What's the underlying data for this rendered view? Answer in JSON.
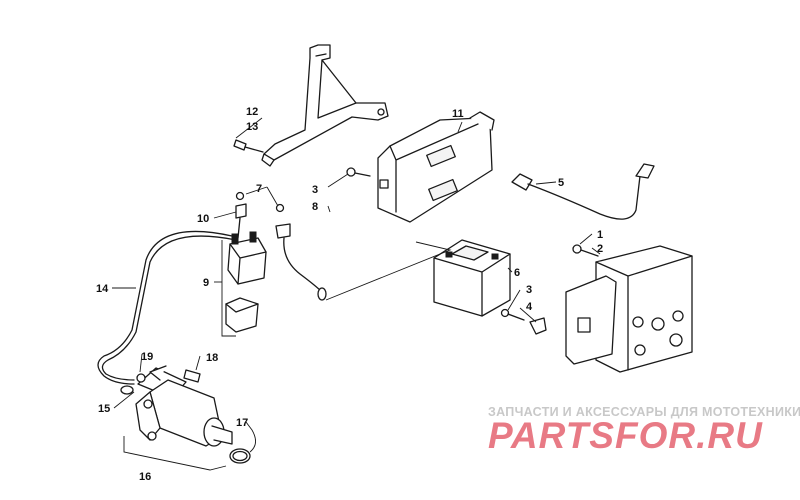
{
  "callouts": [
    "1",
    "2",
    "3",
    "4",
    "5",
    "6",
    "7",
    "8",
    "9",
    "10",
    "11",
    "12",
    "13",
    "14",
    "15",
    "16",
    "17",
    "18",
    "19"
  ],
  "watermark": {
    "tagline": "ЗАПЧАСТИ И АКСЕССУАРЫ ДЛЯ МОТОТЕХНИКИ",
    "logo": "PARTSFOR.RU",
    "tagline_color": "#c8c8c8",
    "logo_color": "#e87a85"
  },
  "colors": {
    "line": "#1a1a1a",
    "background": "#ffffff"
  }
}
